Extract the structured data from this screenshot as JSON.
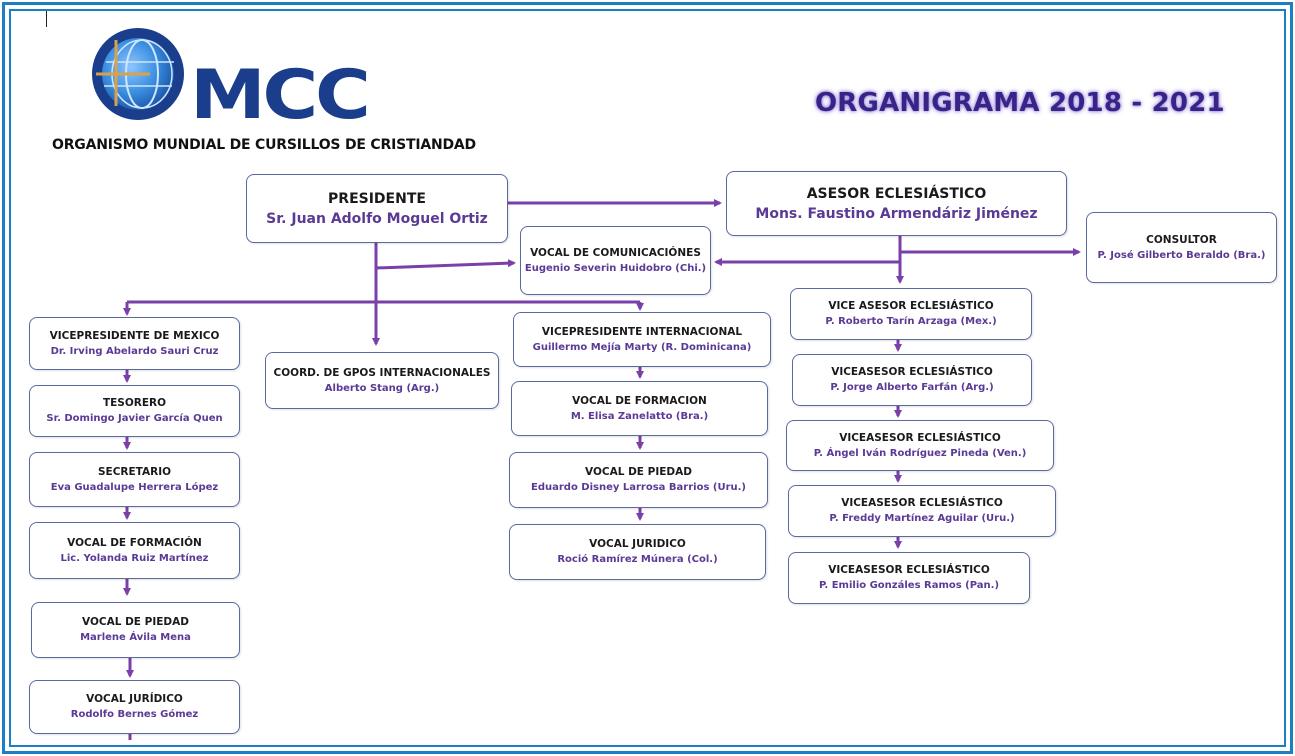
{
  "header": {
    "logo_text": "MCC",
    "org_name": "ORGANISMO MUNDIAL DE CURSILLOS DE CRISTIANDAD",
    "title": "ORGANIGRAMA  2018 - 2021"
  },
  "colors": {
    "frame": "#1b7fc4",
    "connector": "#7a3fa8",
    "person_text": "#5b3a96",
    "title": "#3a2388"
  },
  "top": {
    "president": {
      "role": "PRESIDENTE",
      "person": "Sr. Juan Adolfo Moguel Ortiz"
    },
    "advisor": {
      "role": "ASESOR ECLESIÁSTICO",
      "person": "Mons. Faustino Armendáriz Jiménez"
    },
    "consultant": {
      "role": "CONSULTOR",
      "person": "P. José Gilberto Beraldo (Bra.)"
    },
    "comms": {
      "role": "VOCAL DE COMUNICACIÓNES",
      "person": "Eugenio Severin Huidobro (Chi.)"
    }
  },
  "col_mexico": [
    {
      "role": "VICEPRESIDENTE DE MEXICO",
      "person": "Dr.  Irving Abelardo  Sauri Cruz"
    },
    {
      "role": "TESORERO",
      "person": "Sr. Domingo Javier García Quen"
    },
    {
      "role": "SECRETARIO",
      "person": "Eva Guadalupe Herrera López"
    },
    {
      "role": "VOCAL DE FORMACIÓN",
      "person": "Lic. Yolanda Ruiz Martínez"
    },
    {
      "role": "VOCAL DE PIEDAD",
      "person": "Marlene Ávila Mena"
    },
    {
      "role": "VOCAL JURÍDICO",
      "person": "Rodolfo Bernes Gómez"
    }
  ],
  "coord": {
    "role": "COORD. DE GPOS INTERNACIONALES",
    "person": "Alberto Stang (Arg.)"
  },
  "col_intl": [
    {
      "role": "VICEPRESIDENTE  INTERNACIONAL",
      "person": "Guillermo Mejía Marty (R. Dominicana)"
    },
    {
      "role": "VOCAL DE FORMACION",
      "person": "M. Elisa Zanelatto (Bra.)"
    },
    {
      "role": "VOCAL DE PIEDAD",
      "person": "Eduardo Disney Larrosa Barrios (Uru.)"
    },
    {
      "role": "VOCAL JURIDICO",
      "person": "Roció Ramírez Múnera (Col.)"
    }
  ],
  "col_advisors": [
    {
      "role": "VICE ASESOR ECLESIÁSTICO",
      "person": "P. Roberto Tarín Arzaga (Mex.)"
    },
    {
      "role": "VICEASESOR ECLESIÁSTICO",
      "person": "P. Jorge Alberto Farfán (Arg.)"
    },
    {
      "role": "VICEASESOR ECLESIÁSTICO",
      "person": "P. Ángel Iván Rodríguez Pineda (Ven.)"
    },
    {
      "role": "VICEASESOR ECLESIÁSTICO",
      "person": "P. Freddy Martínez Aguilar (Uru.)"
    },
    {
      "role": "VICEASESOR ECLESIÁSTICO",
      "person": "P. Emilio Gonzáles Ramos (Pan.)"
    }
  ]
}
